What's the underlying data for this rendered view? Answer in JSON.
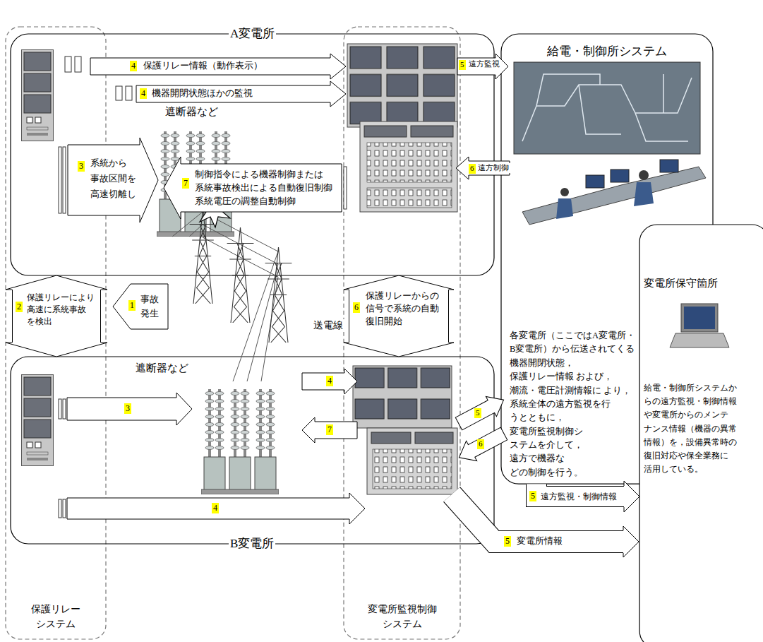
{
  "diagram": {
    "nodes": [
      {
        "text": [
          "A変電所"
        ]
      },
      {
        "text": [
          "B変電所"
        ]
      },
      {
        "text": [
          "保護リレー システム"
        ]
      },
      {
        "text": [
          "変電所監視制御 システム"
        ]
      },
      {
        "text": [
          "給電・制御所システム",
          "各変電所（ここではA変電所・ B変電所）から伝送されてくる 機器開閉状態，保護リレー情報 および，潮流・電圧計測情報に より，系統全体の遠方監視を行 うとともに，変電所監視制御シ ステムを介して，遠方で機器な どの制御を行う。"
        ]
      },
      {
        "text": [
          "変電所保守箇所",
          "給電・制御所システムか らの遠方監視・制御情報 や変電所からのメンテ ナンス情報（機器の異常 情報）を，設備異常時の 復旧対応や保全業務に 活用している。"
        ]
      }
    ],
    "edges": [
      {
        "from": 0,
        "to": 1,
        "arrow": "both",
        "label": "保護リレーにより 高速に系統事故 を検出"
      },
      {
        "from": 0,
        "to": 1,
        "arrow": "both",
        "label": "保護リレーからの 信号で系統の自動 復旧開始"
      },
      {
        "from": 4,
        "to": 5,
        "arrow": "to",
        "label": "遠方監視・制御情報"
      }
    ],
    "labels": [
      "4",
      "保護リレー情報（動作表示）",
      "4",
      "機器開閉状態ほかの監視",
      "遮断器など",
      "3",
      "系統から 事故区間を 高速切離し",
      "7",
      "制御指令による機器制御または 系統事故検出による自動復旧制御 系統電圧の調整自動制御",
      "5",
      "遠方監視",
      "6",
      "遠方制御",
      "2",
      "1",
      "事故 発生",
      "送電線",
      "6",
      "遮断器など",
      "3",
      "4",
      "7",
      "4",
      "5",
      "6",
      "5",
      "5",
      "変電所情報"
    ]
  }
}
